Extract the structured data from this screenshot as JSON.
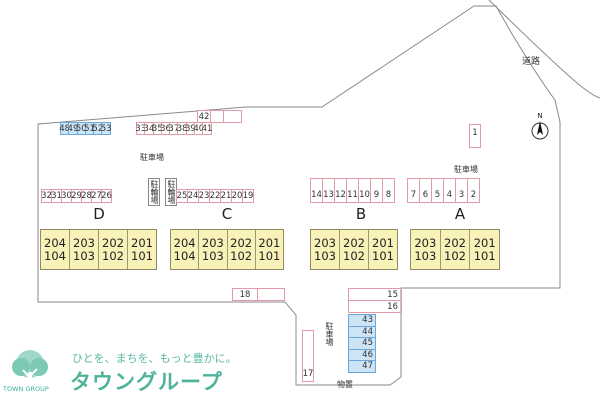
{
  "labels": {
    "road": "道路",
    "parking": "駐車場",
    "bicycle_parking": "駐輪場",
    "storage": "物置",
    "north": "N"
  },
  "buildings": [
    {
      "letter": "D",
      "units": [
        {
          "upper": "204",
          "lower": "104"
        },
        {
          "upper": "203",
          "lower": "103"
        },
        {
          "upper": "202",
          "lower": "102"
        },
        {
          "upper": "201",
          "lower": "101"
        }
      ]
    },
    {
      "letter": "C",
      "units": [
        {
          "upper": "204",
          "lower": "104"
        },
        {
          "upper": "203",
          "lower": "103"
        },
        {
          "upper": "202",
          "lower": "102"
        },
        {
          "upper": "201",
          "lower": "101"
        }
      ]
    },
    {
      "letter": "B",
      "units": [
        {
          "upper": "203",
          "lower": "103"
        },
        {
          "upper": "202",
          "lower": "102"
        },
        {
          "upper": "201",
          "lower": "101"
        }
      ]
    },
    {
      "letter": "A",
      "units": [
        {
          "upper": "203",
          "lower": "103"
        },
        {
          "upper": "202",
          "lower": "102"
        },
        {
          "upper": "201",
          "lower": "101"
        }
      ]
    }
  ],
  "parking_rows": {
    "top_blue": [
      "48",
      "49",
      "50",
      "51",
      "52",
      "53"
    ],
    "top_pink": [
      "33",
      "34",
      "35",
      "36",
      "37",
      "38",
      "39",
      "40",
      "41"
    ],
    "top_extra": "42",
    "mid_left": [
      "32",
      "31",
      "30",
      "29",
      "28",
      "27",
      "26"
    ],
    "mid_center": [
      "25",
      "24",
      "23",
      "22",
      "21",
      "20",
      "19"
    ],
    "mid_b": [
      "14",
      "13",
      "12",
      "11",
      "10",
      "9",
      "8"
    ],
    "mid_a": [
      "7",
      "6",
      "5",
      "4",
      "3",
      "2"
    ],
    "single_1": "1",
    "bottom_18": "18",
    "bottom_15": "15",
    "bottom_16": "16",
    "bottom_blue": [
      "43",
      "44",
      "45",
      "46",
      "47"
    ],
    "bottom_17": "17"
  },
  "logo": {
    "caption": "TOWN GROUP",
    "tagline": "ひとを、まちを、もっと豊かに。",
    "brand": "タウングループ"
  },
  "colors": {
    "building_fill": "#f8f1b8",
    "parking_pink": "#e39aa7",
    "parking_blue": "#cbe4f6",
    "brand_green": "#4fb39b"
  }
}
